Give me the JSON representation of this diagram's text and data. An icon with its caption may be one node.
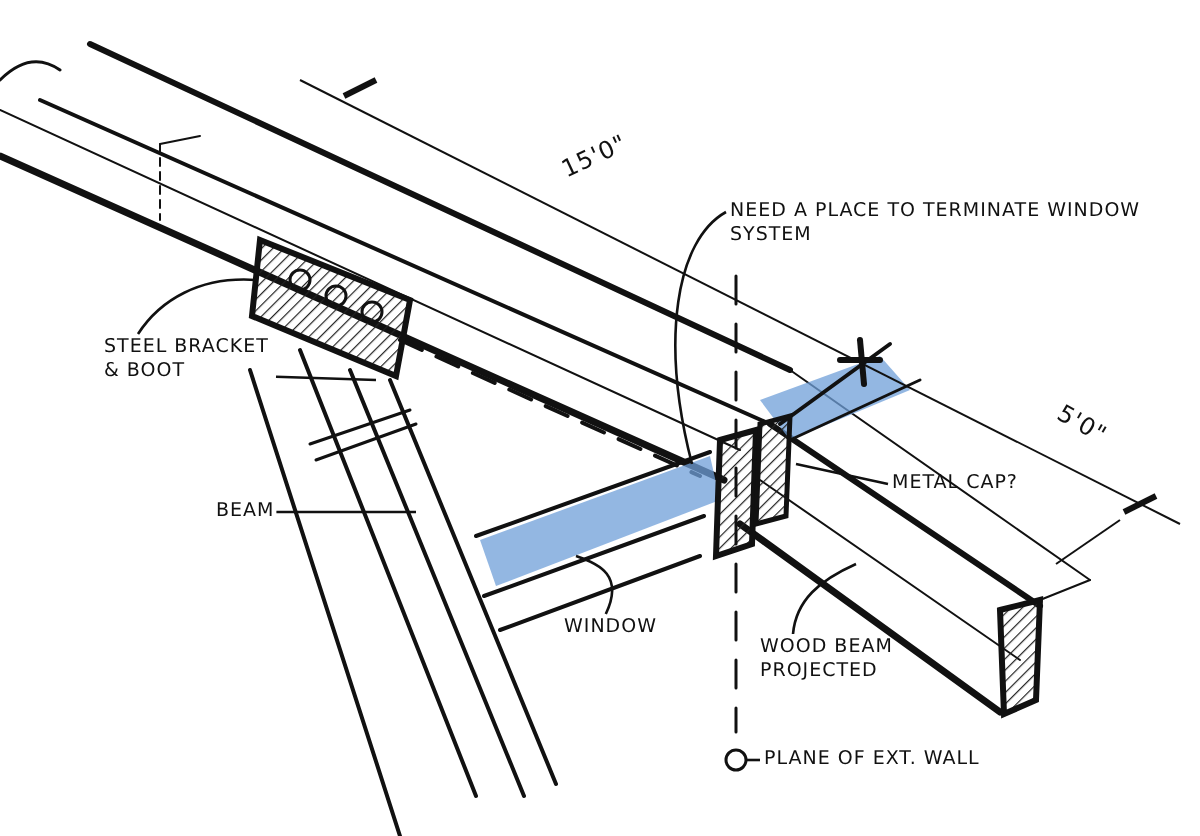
{
  "diagram": {
    "nodes": [
      {
        "text": [
          "STEEL BRACKET & BOOT"
        ]
      },
      {
        "text": [
          "BEAM"
        ]
      },
      {
        "text": [
          "NEED A PLACE TO TERMINATE WINDOW SYSTEM"
        ]
      },
      {
        "text": [
          "METAL CAP?"
        ]
      },
      {
        "text": [
          "WINDOW"
        ]
      },
      {
        "text": [
          "WOOD BEAM PROJECTED"
        ]
      },
      {
        "text": [
          "PLANE OF EXT. WALL"
        ]
      }
    ],
    "edges": [
      {
        "from": 0,
        "to": null,
        "arrow": "none"
      },
      {
        "from": 0,
        "to": null,
        "arrow": "none"
      },
      {
        "from": 1,
        "to": null,
        "arrow": "none"
      },
      {
        "from": 2,
        "to": null,
        "arrow": "none"
      },
      {
        "from": 3,
        "to": null,
        "arrow": "none"
      },
      {
        "from": 4,
        "to": null,
        "arrow": "none"
      },
      {
        "from": 5,
        "to": null,
        "arrow": "none"
      },
      {
        "from": 6,
        "to": null,
        "arrow": "other"
      }
    ],
    "labels": [
      "15'0\"",
      "5'0\""
    ]
  }
}
